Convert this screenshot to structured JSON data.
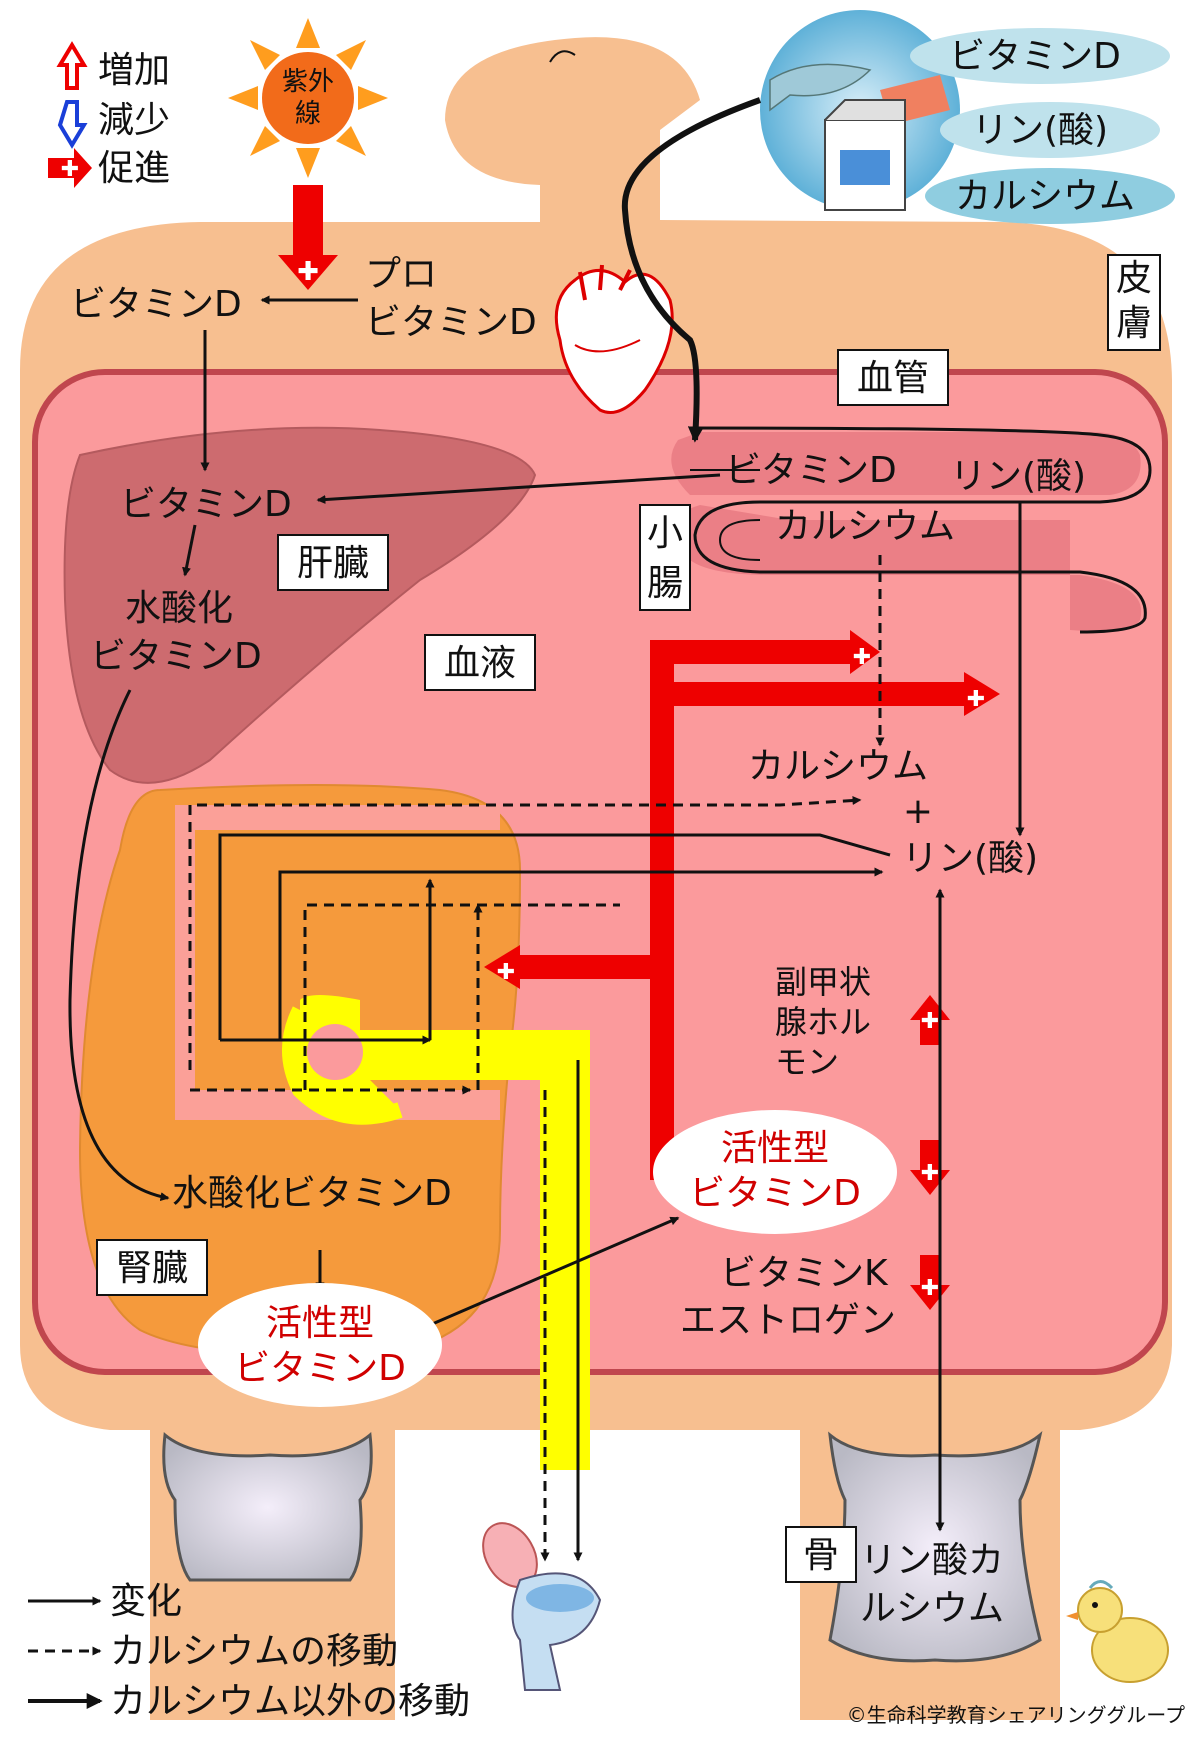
{
  "legend": {
    "increase": "増加",
    "decrease": "減少",
    "promote": "促進",
    "change": "変化",
    "calcium_move": "カルシウムの移動",
    "other_move": "カルシウム以外の移動"
  },
  "sun_label": "紫外\n線",
  "food": {
    "vitamin_d": "ビタミンD",
    "phosphate": "リン(酸)",
    "calcium": "カルシウム"
  },
  "organs": {
    "skin": "皮\n膚",
    "blood_vessel": "血管",
    "liver": "肝臓",
    "small_intestine": "小\n腸",
    "blood": "血液",
    "kidney": "腎臓",
    "bone": "骨"
  },
  "skin_labels": {
    "vitamin_d": "ビタミンD",
    "pro_vitamin_d_1": "プロ",
    "pro_vitamin_d_2": "ビタミンD"
  },
  "liver_labels": {
    "vitamin_d": "ビタミンD",
    "hydroxylated_1": "水酸化",
    "hydroxylated_2": "ビタミンD"
  },
  "intestine_labels": {
    "vitamin_d": "ビタミンD",
    "phosphate": "リン(酸)",
    "calcium": "カルシウム"
  },
  "blood_labels": {
    "calcium": "カルシウム",
    "plus": "+",
    "phosphate": "リン(酸)",
    "pth_1": "副甲状",
    "pth_2": "腺ホル",
    "pth_3": "モン",
    "active_vd_1": "活性型",
    "active_vd_2": "ビタミンD",
    "vitamin_k": "ビタミンK",
    "estrogen": "エストロゲン"
  },
  "kidney_labels": {
    "hydroxylated_vd": "水酸化ビタミンD",
    "active_vd_1": "活性型",
    "active_vd_2": "ビタミンD"
  },
  "bone_labels": {
    "calcium_phosphate_1": "リン酸カ",
    "calcium_phosphate_2": "ルシウム"
  },
  "copyright": "©生命科学教育シェアリンググループ",
  "colors": {
    "skin": "#f7bf90",
    "blood": "#fb9a9c",
    "blood_border": "#c0464e",
    "liver": "#cd6b6f",
    "kidney": "#f59a3c",
    "urine": "#ffff00",
    "promote": "#ff0000",
    "active_vd_text": "#d00000"
  }
}
